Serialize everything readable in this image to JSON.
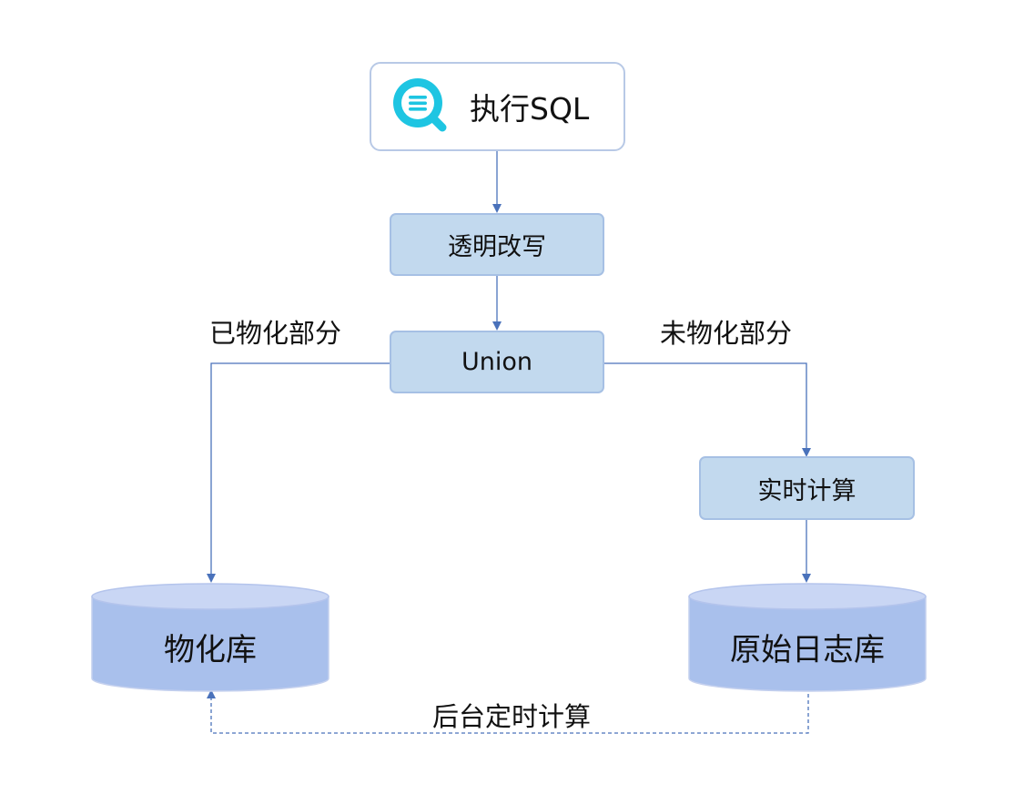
{
  "nodes": {
    "execute_sql": "执行SQL",
    "transparent_rewrite": "透明改写",
    "union": "Union",
    "realtime_compute": "实时计算",
    "materialized_store": "物化库",
    "raw_log_store": "原始日志库"
  },
  "edge_labels": {
    "materialized_part": "已物化部分",
    "unmaterialized_part": "未物化部分",
    "scheduled_compute": "后台定时计算"
  },
  "colors": {
    "process_fill": "#c2d9ee",
    "process_border": "#a6c0e4",
    "db_body": "#a9c0ec",
    "db_top": "#c9d6f4",
    "arrow": "#4a72bb",
    "icon": "#1ec5e2"
  },
  "icons": {
    "execute_sql": "search-list-icon"
  }
}
